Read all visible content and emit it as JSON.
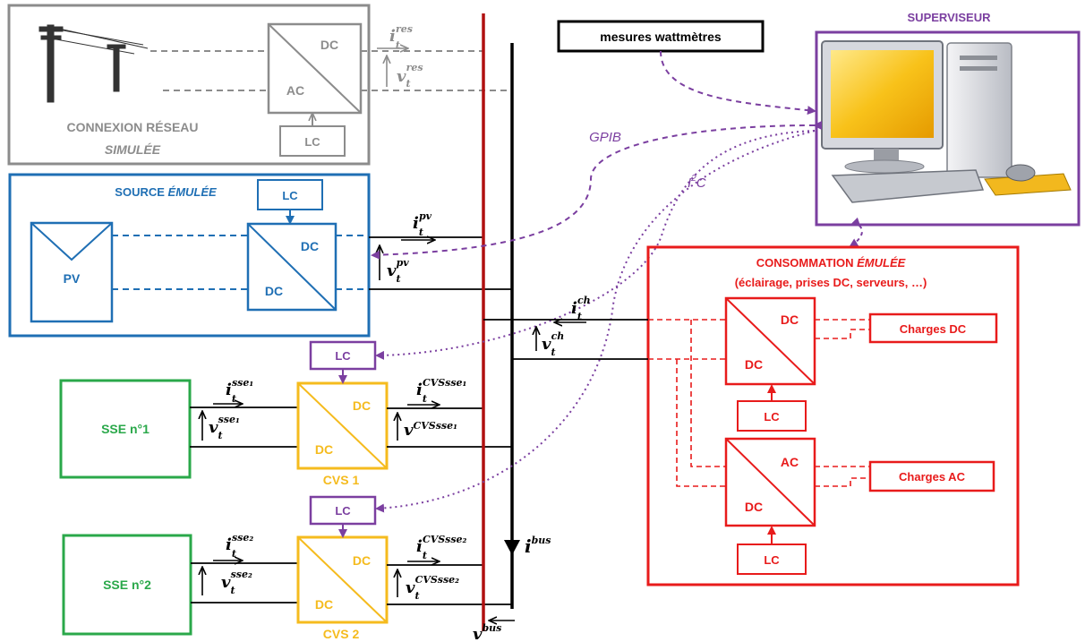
{
  "colors": {
    "grey": "#8c8c8c",
    "blue": "#1f6fb4",
    "green": "#2aa84a",
    "yellow": "#f5bb1e",
    "purple": "#7b3fa0",
    "red": "#e81b1b",
    "bus_red": "#b01010",
    "black": "#000000"
  },
  "grid": {
    "title1": "CONNEXION RÉSEAU",
    "title2": "SIMULÉE",
    "conv_dc": "DC",
    "conv_ac": "AC",
    "lc": "LC",
    "current": {
      "base": "i",
      "sub": "t",
      "sup": "res"
    },
    "voltage": {
      "base": "v",
      "sub": "t",
      "sup": "res"
    }
  },
  "source": {
    "title_normal": "SOURCE ",
    "title_italic": "ÉMULÉE",
    "pv": "PV",
    "conv_out": "DC",
    "conv_in": "DC",
    "lc": "LC",
    "current": {
      "base": "i",
      "sub": "t",
      "sup": "pv"
    },
    "voltage": {
      "base": "v",
      "sub": "t",
      "sup": "pv"
    }
  },
  "supervisor": {
    "title": "SUPERVISEUR",
    "meters": "mesures wattmètres",
    "gpib": "GPIB",
    "i2c_base": "I",
    "i2c_sup": "2",
    "i2c_end": "C"
  },
  "consumption": {
    "title_normal": "CONSOMMATION ",
    "title_italic": "ÉMULÉE",
    "subtitle": "(éclairage, prises DC, serveurs, …)",
    "conv1_out": "DC",
    "conv1_in": "DC",
    "conv2_out": "AC",
    "conv2_in": "DC",
    "lc1": "LC",
    "lc2": "LC",
    "loads_dc": "Charges DC",
    "loads_ac": "Charges AC",
    "current": {
      "base": "i",
      "sub": "t",
      "sup": "ch"
    },
    "voltage": {
      "base": "v",
      "sub": "t",
      "sup": "ch"
    }
  },
  "storage1": {
    "name": "SSE n°1",
    "cvs": "CVS 1",
    "conv_out": "DC",
    "conv_in": "DC",
    "lc": "LC",
    "i_in": {
      "base": "i",
      "sub": "t",
      "sup": "sse₁"
    },
    "v_in": {
      "base": "v",
      "sub": "t",
      "sup": "sse₁"
    },
    "i_out": {
      "base": "i",
      "sub": "t",
      "sup": "CVSsse₁"
    },
    "v_out": {
      "base": "v",
      "sub": "",
      "sup": "CVSsse₁"
    }
  },
  "storage2": {
    "name": "SSE n°2",
    "cvs": "CVS 2",
    "conv_out": "DC",
    "conv_in": "DC",
    "lc": "LC",
    "i_in": {
      "base": "i",
      "sub": "t",
      "sup": "sse₂"
    },
    "v_in": {
      "base": "v",
      "sub": "t",
      "sup": "sse₂"
    },
    "i_out": {
      "base": "i",
      "sub": "t",
      "sup": "CVSsse₂"
    },
    "v_out": {
      "base": "v",
      "sub": "t",
      "sup": "CVSsse₂"
    }
  },
  "bus": {
    "current": {
      "base": "i",
      "sup": "bus"
    },
    "voltage": {
      "base": "v",
      "sup": "bus"
    }
  }
}
